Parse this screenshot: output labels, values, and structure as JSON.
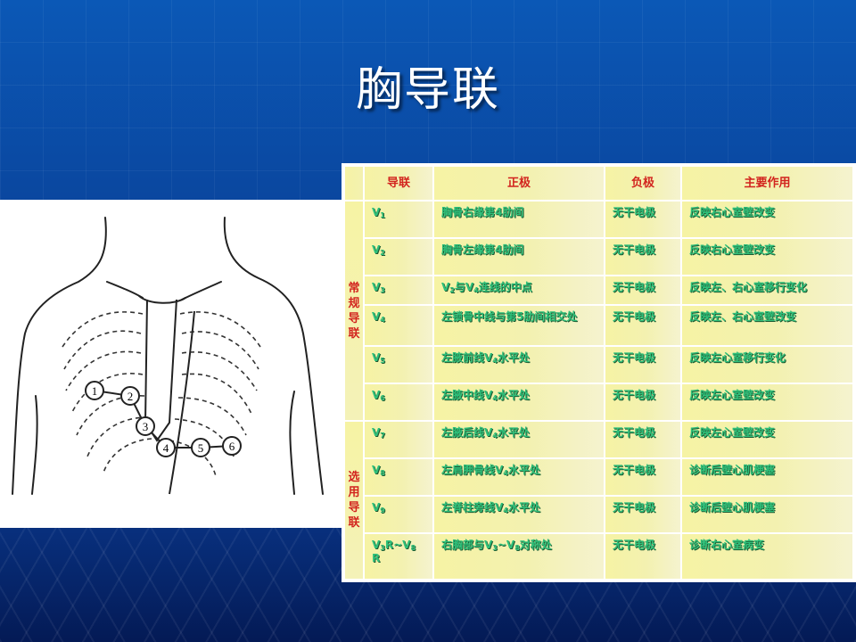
{
  "slide": {
    "title": "胸导联"
  },
  "figure": {
    "electrode_labels": [
      "1",
      "2",
      "3",
      "4",
      "5",
      "6"
    ]
  },
  "table": {
    "headers": [
      "导联",
      "正极",
      "负极",
      "主要作用"
    ],
    "groups": [
      {
        "label_chars": [
          "常",
          "规",
          "导",
          "联"
        ]
      },
      {
        "label_chars": [
          "选",
          "用",
          "导",
          "联"
        ]
      }
    ],
    "rows": [
      {
        "lead": "V",
        "lead_sub": "1",
        "pos": "胸骨右缘第4肋间",
        "neg": "无干电极",
        "use": "反映右心室壁改变"
      },
      {
        "lead": "V",
        "lead_sub": "2",
        "pos": "胸骨左缘第4肋间",
        "neg": "无干电极",
        "use": "反映右心室壁改变"
      },
      {
        "lead": "V",
        "lead_sub": "3",
        "pos_parts": [
          "V",
          "2",
          "与V",
          "4",
          "连线的中点"
        ],
        "neg": "无干电极",
        "use": "反映左、右心室移行变化"
      },
      {
        "lead": "V",
        "lead_sub": "4",
        "pos": "左锁骨中线与第5肋间相交处",
        "neg": "无干电极",
        "use": "反映左、右心室壁改变"
      },
      {
        "lead": "V",
        "lead_sub": "5",
        "pos_parts": [
          "左腋前线V",
          "4",
          "水平处"
        ],
        "neg": "无干电极",
        "use": "反映左心室移行变化"
      },
      {
        "lead": "V",
        "lead_sub": "6",
        "pos_parts": [
          "左腋中线V",
          "4",
          "水平处"
        ],
        "neg": "无干电极",
        "use": "反映左心室壁改变"
      },
      {
        "lead": "V",
        "lead_sub": "7",
        "pos_parts": [
          "左腋后线V",
          "4",
          "水平处"
        ],
        "neg": "无干电极",
        "use": "反映左心室壁改变"
      },
      {
        "lead": "V",
        "lead_sub": "8",
        "pos_parts": [
          "左肩胛骨线V",
          "4",
          "水平处"
        ],
        "neg": "无干电极",
        "use": "诊断后壁心肌梗塞"
      },
      {
        "lead": "V",
        "lead_sub": "9",
        "pos_parts": [
          "左脊柱旁线V",
          "4",
          "水平处"
        ],
        "neg": "无干电极",
        "use": "诊断后壁心肌梗塞"
      },
      {
        "lead_parts": [
          "V",
          "3",
          "R~V",
          "8",
          "R"
        ],
        "pos_parts": [
          "右胸部与V",
          "3",
          "~V",
          "8",
          "对称处"
        ],
        "neg": "无干电极",
        "use": "诊断右心室病变"
      }
    ]
  }
}
